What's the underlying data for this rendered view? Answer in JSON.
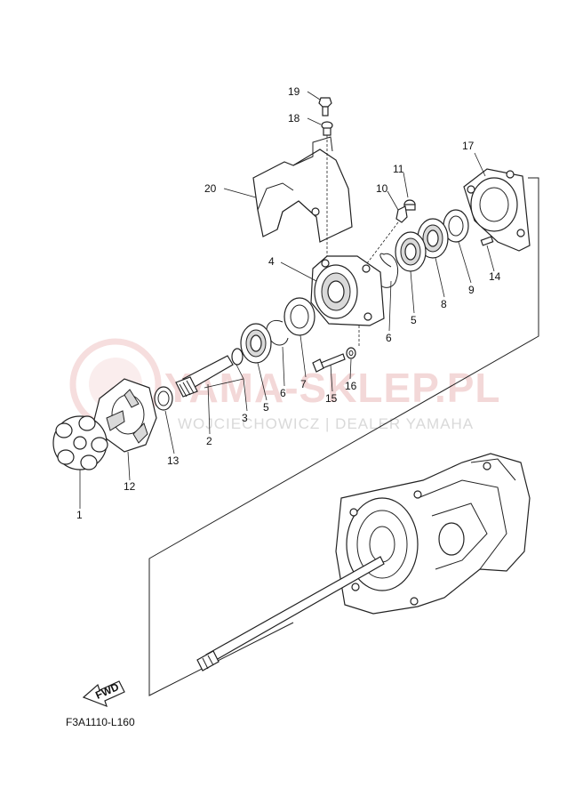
{
  "watermark": {
    "main": "YAMA-SKLEP.PL",
    "sub": "WOJCIECHOWICZ | DEALER YAMAHA"
  },
  "drawing_code": "F3A1110-L160",
  "fwd_label": "FWD",
  "callouts": [
    {
      "id": "19",
      "text": "19"
    },
    {
      "id": "18",
      "text": "18"
    },
    {
      "id": "17",
      "text": "17"
    },
    {
      "id": "20",
      "text": "20"
    },
    {
      "id": "11",
      "text": "11"
    },
    {
      "id": "10",
      "text": "10"
    },
    {
      "id": "4",
      "text": "4"
    },
    {
      "id": "14",
      "text": "14"
    },
    {
      "id": "9",
      "text": "9"
    },
    {
      "id": "8",
      "text": "8"
    },
    {
      "id": "5a",
      "text": "5"
    },
    {
      "id": "6a",
      "text": "6"
    },
    {
      "id": "7",
      "text": "7"
    },
    {
      "id": "6b",
      "text": "6"
    },
    {
      "id": "5b",
      "text": "5"
    },
    {
      "id": "16",
      "text": "16"
    },
    {
      "id": "15",
      "text": "15"
    },
    {
      "id": "3",
      "text": "3"
    },
    {
      "id": "2",
      "text": "2"
    },
    {
      "id": "13",
      "text": "13"
    },
    {
      "id": "12",
      "text": "12"
    },
    {
      "id": "1",
      "text": "1"
    }
  ]
}
